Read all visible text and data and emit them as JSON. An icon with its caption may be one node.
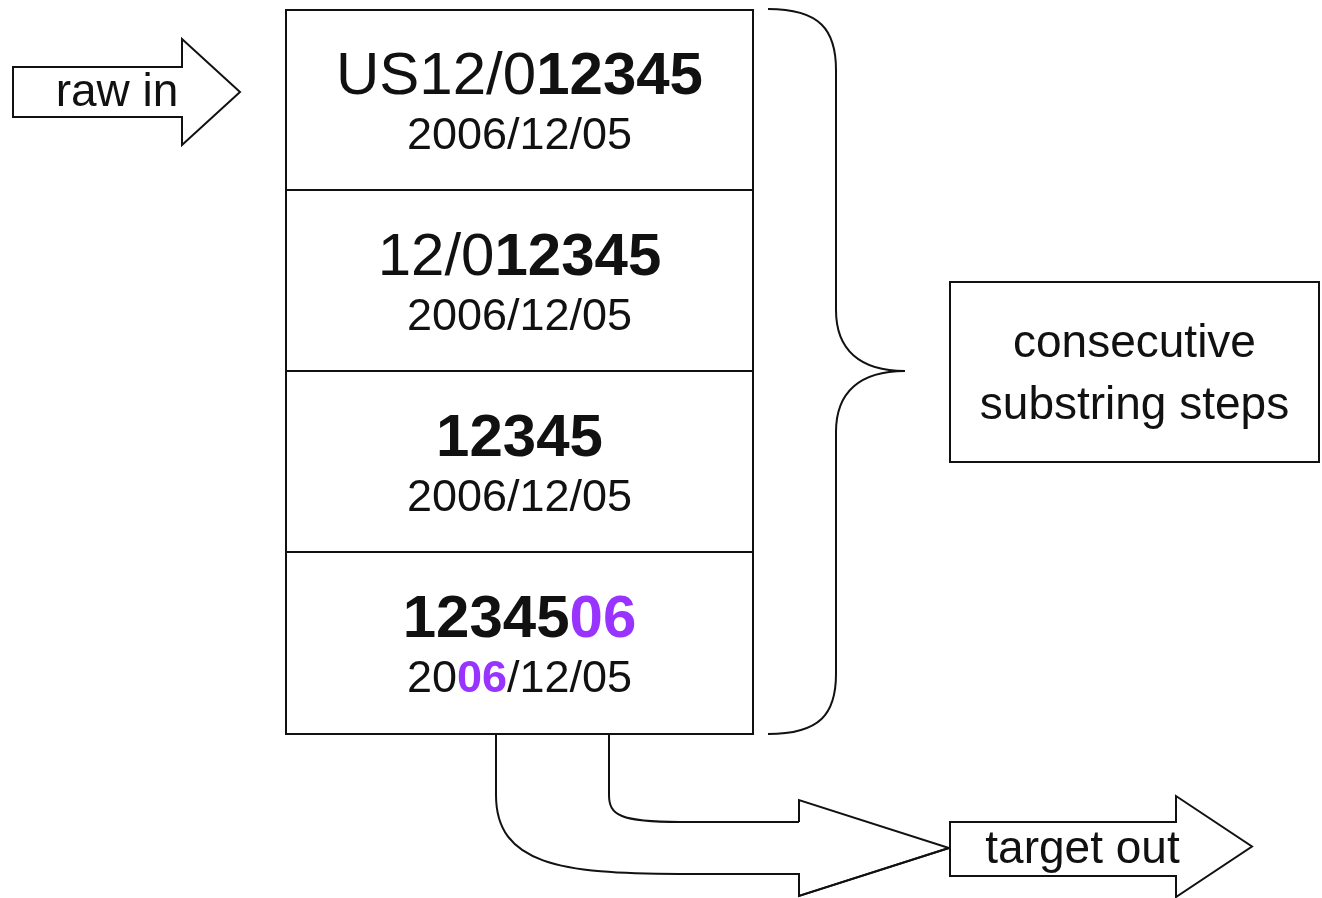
{
  "diagram": {
    "nodes": [
      {
        "text": [
          "raw in"
        ]
      },
      {
        "text": [
          "US12/0**12345**",
          "2006/12/05"
        ]
      },
      {
        "text": [
          "12/0**12345**",
          "2006/12/05"
        ]
      },
      {
        "text": [
          "12345",
          "2006/12/05"
        ]
      },
      {
        "text": [
          "12345**06**",
          "20**06**/12/05"
        ]
      },
      {
        "text": [
          "consecutive substring steps"
        ]
      },
      {
        "text": [
          "target out"
        ]
      }
    ],
    "edges": [
      {
        "from": 4,
        "to": 6,
        "arrow": "to"
      }
    ]
  }
}
